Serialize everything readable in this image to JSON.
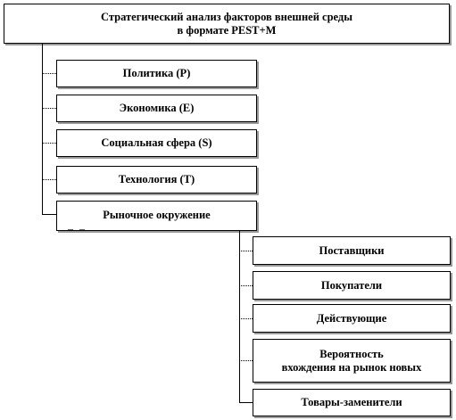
{
  "root": {
    "line1": "Стратегический анализ факторов  внешней среды",
    "line2": "в формате PEST+M"
  },
  "factors": [
    "Политика (P)",
    "Экономика (E)",
    "Социальная сфера  (S)",
    "Технология  (T)",
    "Рыночное окружение"
  ],
  "market_items": [
    "Поставщики",
    "Покупатели",
    "Действующие",
    [
      "Вероятность",
      "вхождения на рынок новых"
    ],
    "Товары-заменители"
  ],
  "market_note": "_ _"
}
